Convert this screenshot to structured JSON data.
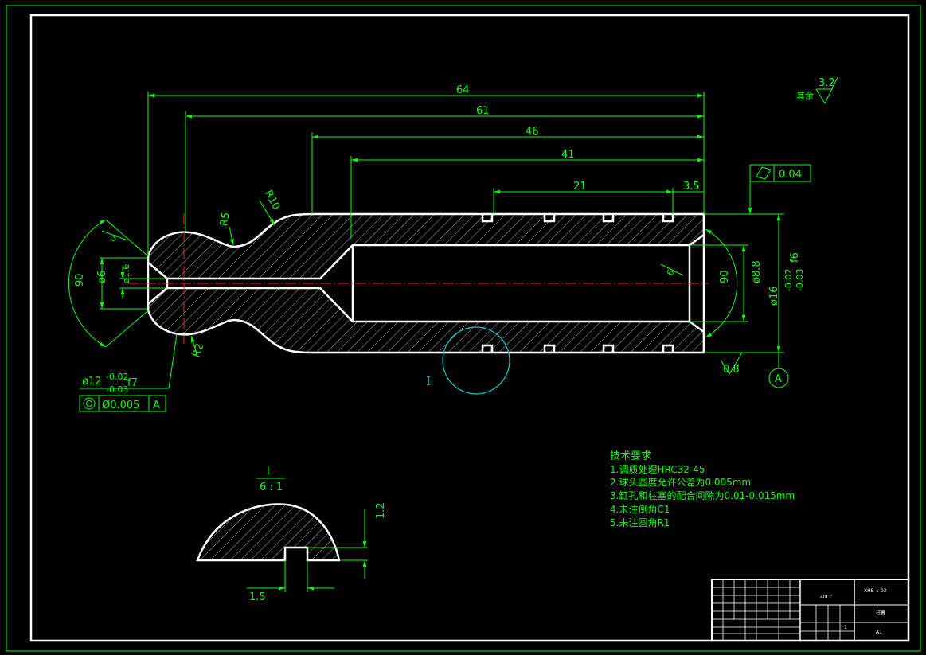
{
  "drawing": {
    "dimensions": {
      "d64": "64",
      "d61": "61",
      "d46": "46",
      "d41": "41",
      "d21": "21",
      "d35": "3.5",
      "r10": "R10",
      "r5": "R5",
      "r2": "R2",
      "d5": "5",
      "d90a": "90",
      "d6": "ø6",
      "d16": "ø1.6",
      "d90b": "90",
      "d88": "ø8.8",
      "d6b": "6",
      "d16f6": "ø16",
      "d16tol": "-0.02",
      "d16tol2": "-0.03",
      "d16fit": "f6",
      "d12": "ø12",
      "d12tol": "-0.02",
      "d12tol2": "-0.03",
      "d12fit": "f7",
      "d08": "0.8",
      "d12small": "1.2",
      "d15small": "1.5"
    },
    "roughness": {
      "label": "其余",
      "value": "3.2"
    },
    "tolerance_frames": {
      "cylindricity": {
        "symbol": "◇",
        "value": "0.04"
      },
      "coaxiality": {
        "symbol": "◎",
        "value": "Ø0.005",
        "datum": "A"
      }
    },
    "datum_label": "A",
    "detail_marker": "I",
    "detail_view": {
      "label": "I",
      "scale": "6 : 1"
    },
    "tech_requirements": {
      "title": "技术要求",
      "items": [
        "1.调质处理HRC32-45",
        "2.球头圆度允许公差为0.005mm",
        "3.缸孔和柱塞的配合间隙为0.01-0.015mm",
        "4.未注倒角C1",
        "5.未注圆角R1"
      ]
    },
    "title_block": {
      "part_name": "柱塞",
      "material": "40Cr",
      "drawing_no": "XHB-1-02",
      "company_code": "1",
      "sheet": "A1"
    },
    "colors": {
      "outline": "#ffffff",
      "dimension": "#00ff00",
      "centerline": "#ff2020",
      "detail_circle": "#00cccc",
      "background": "#000000"
    }
  }
}
